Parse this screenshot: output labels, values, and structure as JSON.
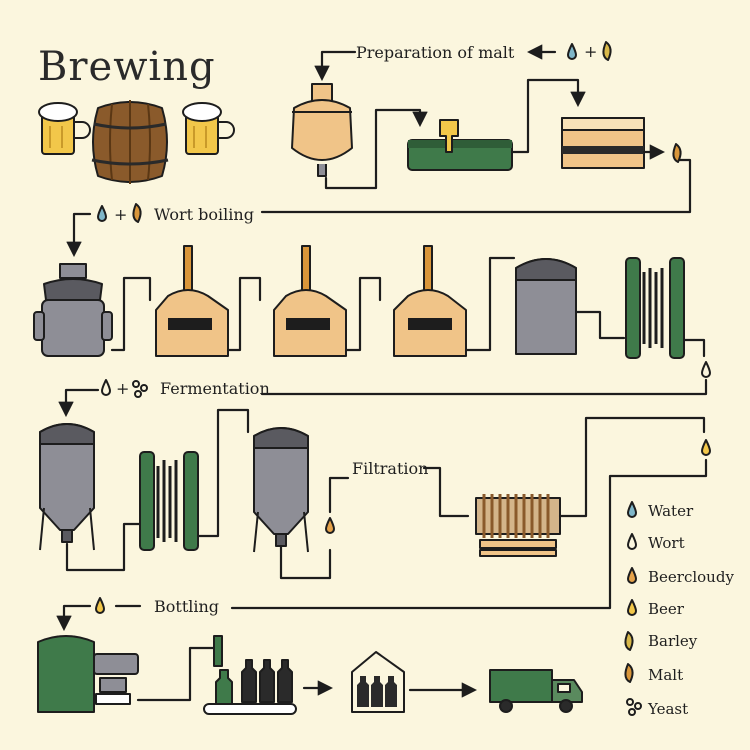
{
  "title": "Brewing",
  "stages": {
    "preparation": "Preparation of malt",
    "wort_boiling": "Wort boiling",
    "fermentation": "Fermentation",
    "filtration": "Filtration",
    "bottling": "Bottling"
  },
  "symbols": {
    "plus": "+"
  },
  "legend": [
    {
      "label": "Water",
      "color": "#7fb6c8"
    },
    {
      "label": "Wort",
      "color": "#fbf6de"
    },
    {
      "label": "Beercloudy",
      "color": "#e5a24a"
    },
    {
      "label": "Beer",
      "color": "#f2c74a"
    },
    {
      "label": "Barley",
      "color": "#d8b84a"
    },
    {
      "label": "Malt",
      "color": "#d9963a"
    },
    {
      "label": "Yeast",
      "color": "#fbf6de"
    }
  ],
  "colors": {
    "background": "#fbf6de",
    "copper": "#f0c488",
    "steel": "#8e8e96",
    "green": "#3f7a4a",
    "beer": "#f2c74a",
    "wood": "#8a5a2b"
  }
}
